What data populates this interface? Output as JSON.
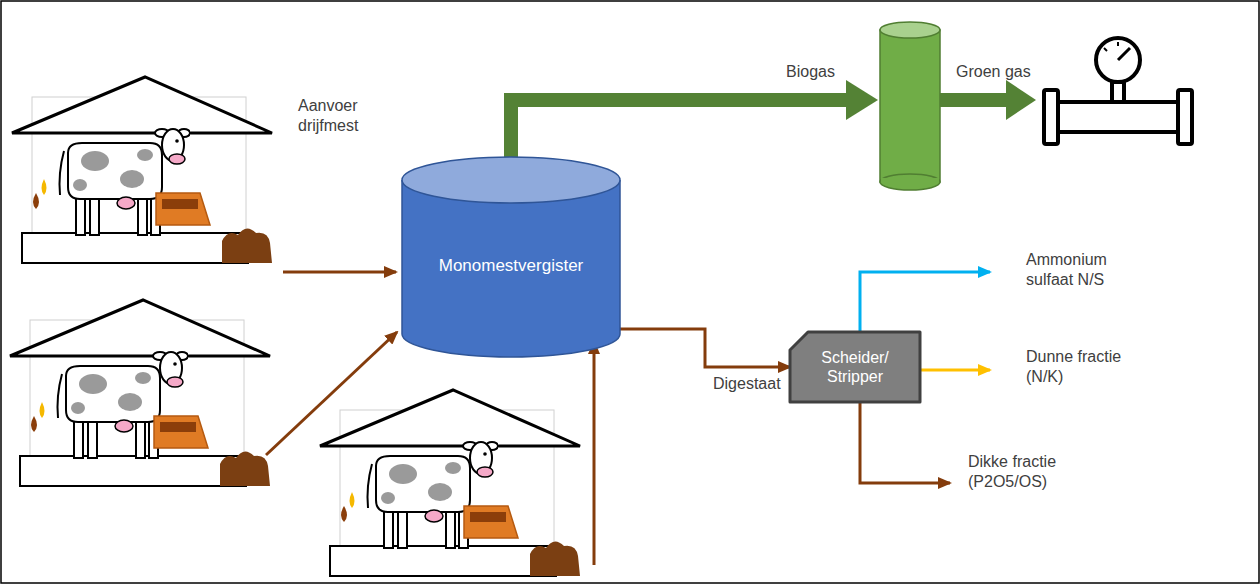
{
  "diagram": {
    "nodes": [
      {
        "text": [
          "Monomestvergister"
        ]
      },
      {
        "text": [
          "Scheider/ Stripper"
        ]
      }
    ],
    "edges": [
      {
        "from": 0,
        "to": 1,
        "arrow": "to",
        "label": "Digestaat"
      }
    ],
    "labels": [
      "Aanvoer drijfmest",
      "Biogas",
      "Groen gas",
      "Ammonium sulfaat N/S",
      "Dunne fractie (N/K)",
      "Dikke fractie (P2O5/OS)"
    ]
  }
}
